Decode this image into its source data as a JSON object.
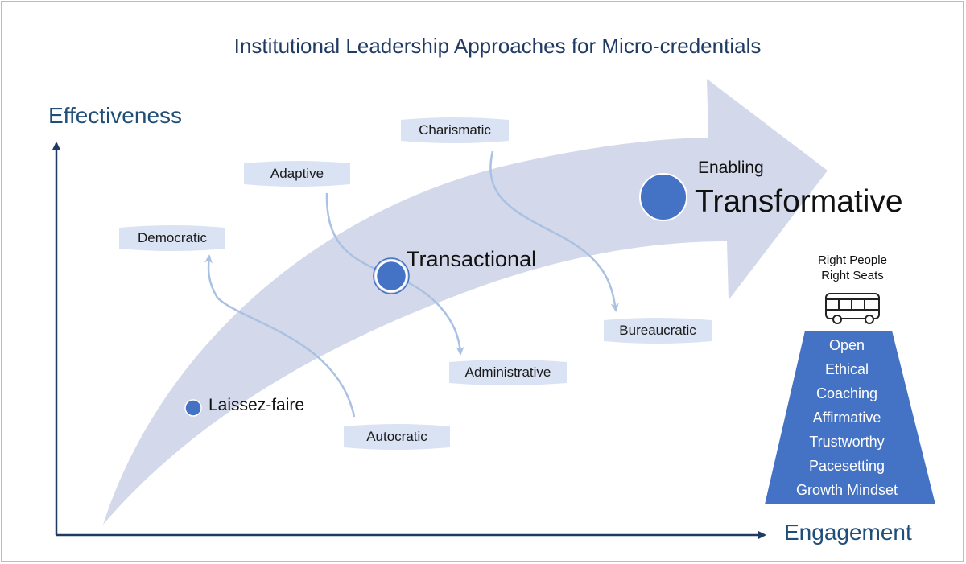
{
  "title": "Institutional Leadership Approaches for Micro-credentials",
  "axes": {
    "y_label": "Effectiveness",
    "x_label": "Engagement"
  },
  "styles": {
    "labels": [
      "Democratic",
      "Adaptive",
      "Charismatic",
      "Bureaucratic",
      "Administrative",
      "Autocratic"
    ]
  },
  "stages": {
    "laissez_faire": "Laissez-faire",
    "transactional": "Transactional",
    "enabling": "Enabling",
    "transformative": "Transformative"
  },
  "team": {
    "line1": "Right People",
    "line2": "Right Seats"
  },
  "traits": [
    "Open",
    "Ethical",
    "Coaching",
    "Affirmative",
    "Trustworthy",
    "Pacesetting",
    "Growth Mindset"
  ],
  "colors": {
    "accent": "#4472c4",
    "arrow": "#d3d8ea",
    "ribbon": "#dae3f3",
    "connector": "#a9c1e3",
    "axis": "#1f3a63"
  }
}
